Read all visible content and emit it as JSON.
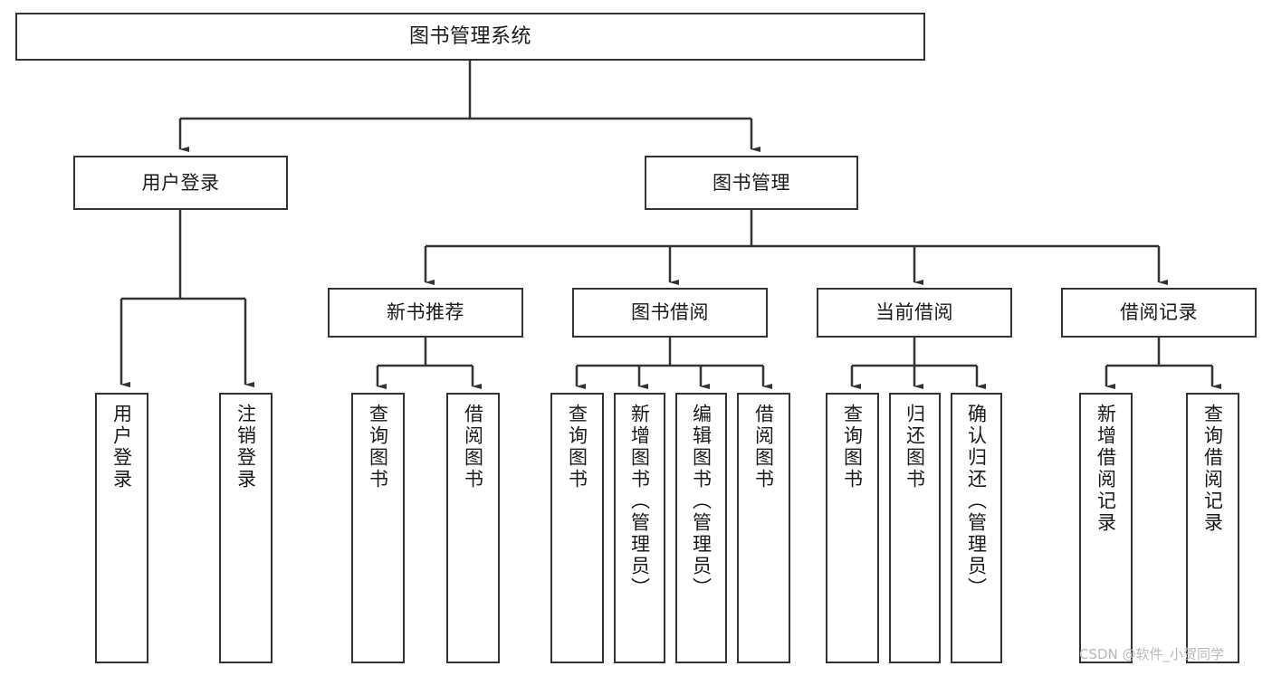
{
  "diagram": {
    "type": "tree-hierarchy",
    "title": "图书管理系统",
    "orientation": "top-down",
    "nodes": {
      "root": {
        "label": "图书管理系统",
        "text_direction": "horizontal"
      },
      "level1": [
        {
          "id": "user-login",
          "label": "用户登录",
          "text_direction": "horizontal"
        },
        {
          "id": "book-management",
          "label": "图书管理",
          "text_direction": "horizontal"
        }
      ],
      "level2": [
        {
          "id": "new-book-recommend",
          "label": "新书推荐",
          "text_direction": "horizontal"
        },
        {
          "id": "book-borrow",
          "label": "图书借阅",
          "text_direction": "horizontal"
        },
        {
          "id": "current-borrow",
          "label": "当前借阅",
          "text_direction": "horizontal"
        },
        {
          "id": "borrow-record",
          "label": "借阅记录",
          "text_direction": "horizontal"
        }
      ],
      "leaves": {
        "user-login": [
          {
            "id": "leaf-user-login",
            "label": "用户登录",
            "text_direction": "vertical"
          },
          {
            "id": "leaf-logout-login",
            "label": "注销登录",
            "text_direction": "vertical"
          }
        ],
        "new-book-recommend": [
          {
            "id": "leaf-query-book-1",
            "label": "查询图书",
            "text_direction": "vertical"
          },
          {
            "id": "leaf-borrow-book-1",
            "label": "借阅图书",
            "text_direction": "vertical"
          }
        ],
        "book-borrow": [
          {
            "id": "leaf-query-book-2",
            "label": "查询图书",
            "text_direction": "vertical"
          },
          {
            "id": "leaf-add-book",
            "label": "新增图书（管理员）",
            "text_direction": "vertical"
          },
          {
            "id": "leaf-edit-book",
            "label": "编辑图书（管理员）",
            "text_direction": "vertical"
          },
          {
            "id": "leaf-borrow-book-2",
            "label": "借阅图书",
            "text_direction": "vertical"
          }
        ],
        "current-borrow": [
          {
            "id": "leaf-query-book-3",
            "label": "查询图书",
            "text_direction": "vertical"
          },
          {
            "id": "leaf-return-book",
            "label": "归还图书",
            "text_direction": "vertical"
          },
          {
            "id": "leaf-confirm-return",
            "label": "确认归还（管理员）",
            "text_direction": "vertical"
          }
        ],
        "borrow-record": [
          {
            "id": "leaf-add-record",
            "label": "新增借阅记录",
            "text_direction": "vertical"
          },
          {
            "id": "leaf-query-record",
            "label": "查询借阅记录",
            "text_direction": "vertical"
          }
        ]
      }
    },
    "colors": {
      "border": "#333333",
      "fill": "#ffffff",
      "text": "#1a1a1a",
      "edge": "#333333",
      "watermark": "#b9b9b9"
    }
  },
  "watermark": {
    "text": "CSDN @软件_小贺同学"
  }
}
